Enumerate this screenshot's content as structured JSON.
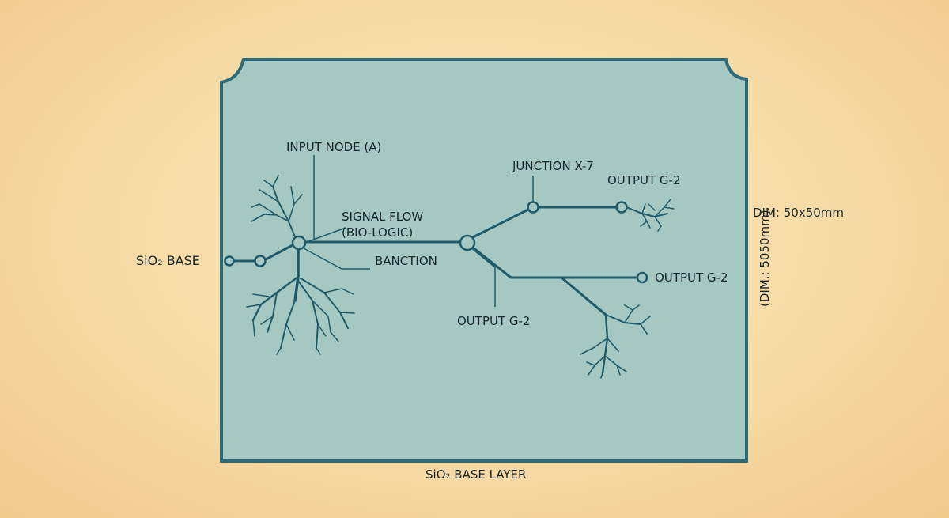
{
  "diagram": {
    "labels": {
      "input_node": "INPUT NODE (A)",
      "signal_flow_line1": "SIGNAL FLOW",
      "signal_flow_line2": "(BIO-LOGIC)",
      "junction_left": "BANCTION",
      "junction_x7": "JUNCTION X-7",
      "output_top": "OUTPUT G-2",
      "output_mid": "OUTPUT G-2",
      "output_bottom": "OUTPUT G-2",
      "sio2_base": "SiO₂ BASE",
      "sio2_base_layer": "SiO₂ BASE LAYER",
      "dimension": "DIM: 50x50mm",
      "dimension_vertical": "(DIM.: 5050mm)"
    },
    "colors": {
      "background": "#f6d9a3",
      "substrate_fill": "#a6c8c2",
      "substrate_border": "#2d6b78",
      "trace": "#1f5a68",
      "text": "#16262d"
    }
  }
}
